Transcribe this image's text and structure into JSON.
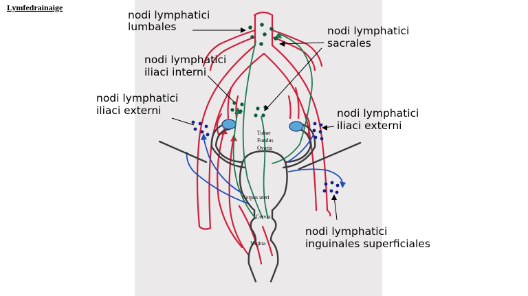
{
  "title": "Lymfedrainaige",
  "labels": {
    "lumbales": [
      "nodi lymphatici",
      "lumbales"
    ],
    "sacrales": [
      "nodi lymphatici",
      "sacrales"
    ],
    "iliaci_interni": [
      "nodi lymphatici",
      "iliaci interni"
    ],
    "iliaci_externi_left": [
      "nodi lymphatici",
      "iliaci externi"
    ],
    "iliaci_externi_right": [
      "nodi lymphatici",
      "iliaci externi"
    ],
    "inguinales": [
      "nodi lymphatici",
      "inguinales superficiales"
    ]
  },
  "organs": {
    "tubae": "Tubae",
    "fundus": "Fundus",
    "ovaria": "Ovaria",
    "corpus": "Corpus uteri",
    "cervix": "Cervix",
    "vagina": "Vagina"
  },
  "colors": {
    "vessel": "#d21f3c",
    "lymph_green": "#1e7a4f",
    "lymph_blue": "#1f4fb4",
    "node_green": "#0e5a3a",
    "node_blue": "#14208a",
    "ovary": "#5aa6d8",
    "panel": "#ebe9ea"
  }
}
